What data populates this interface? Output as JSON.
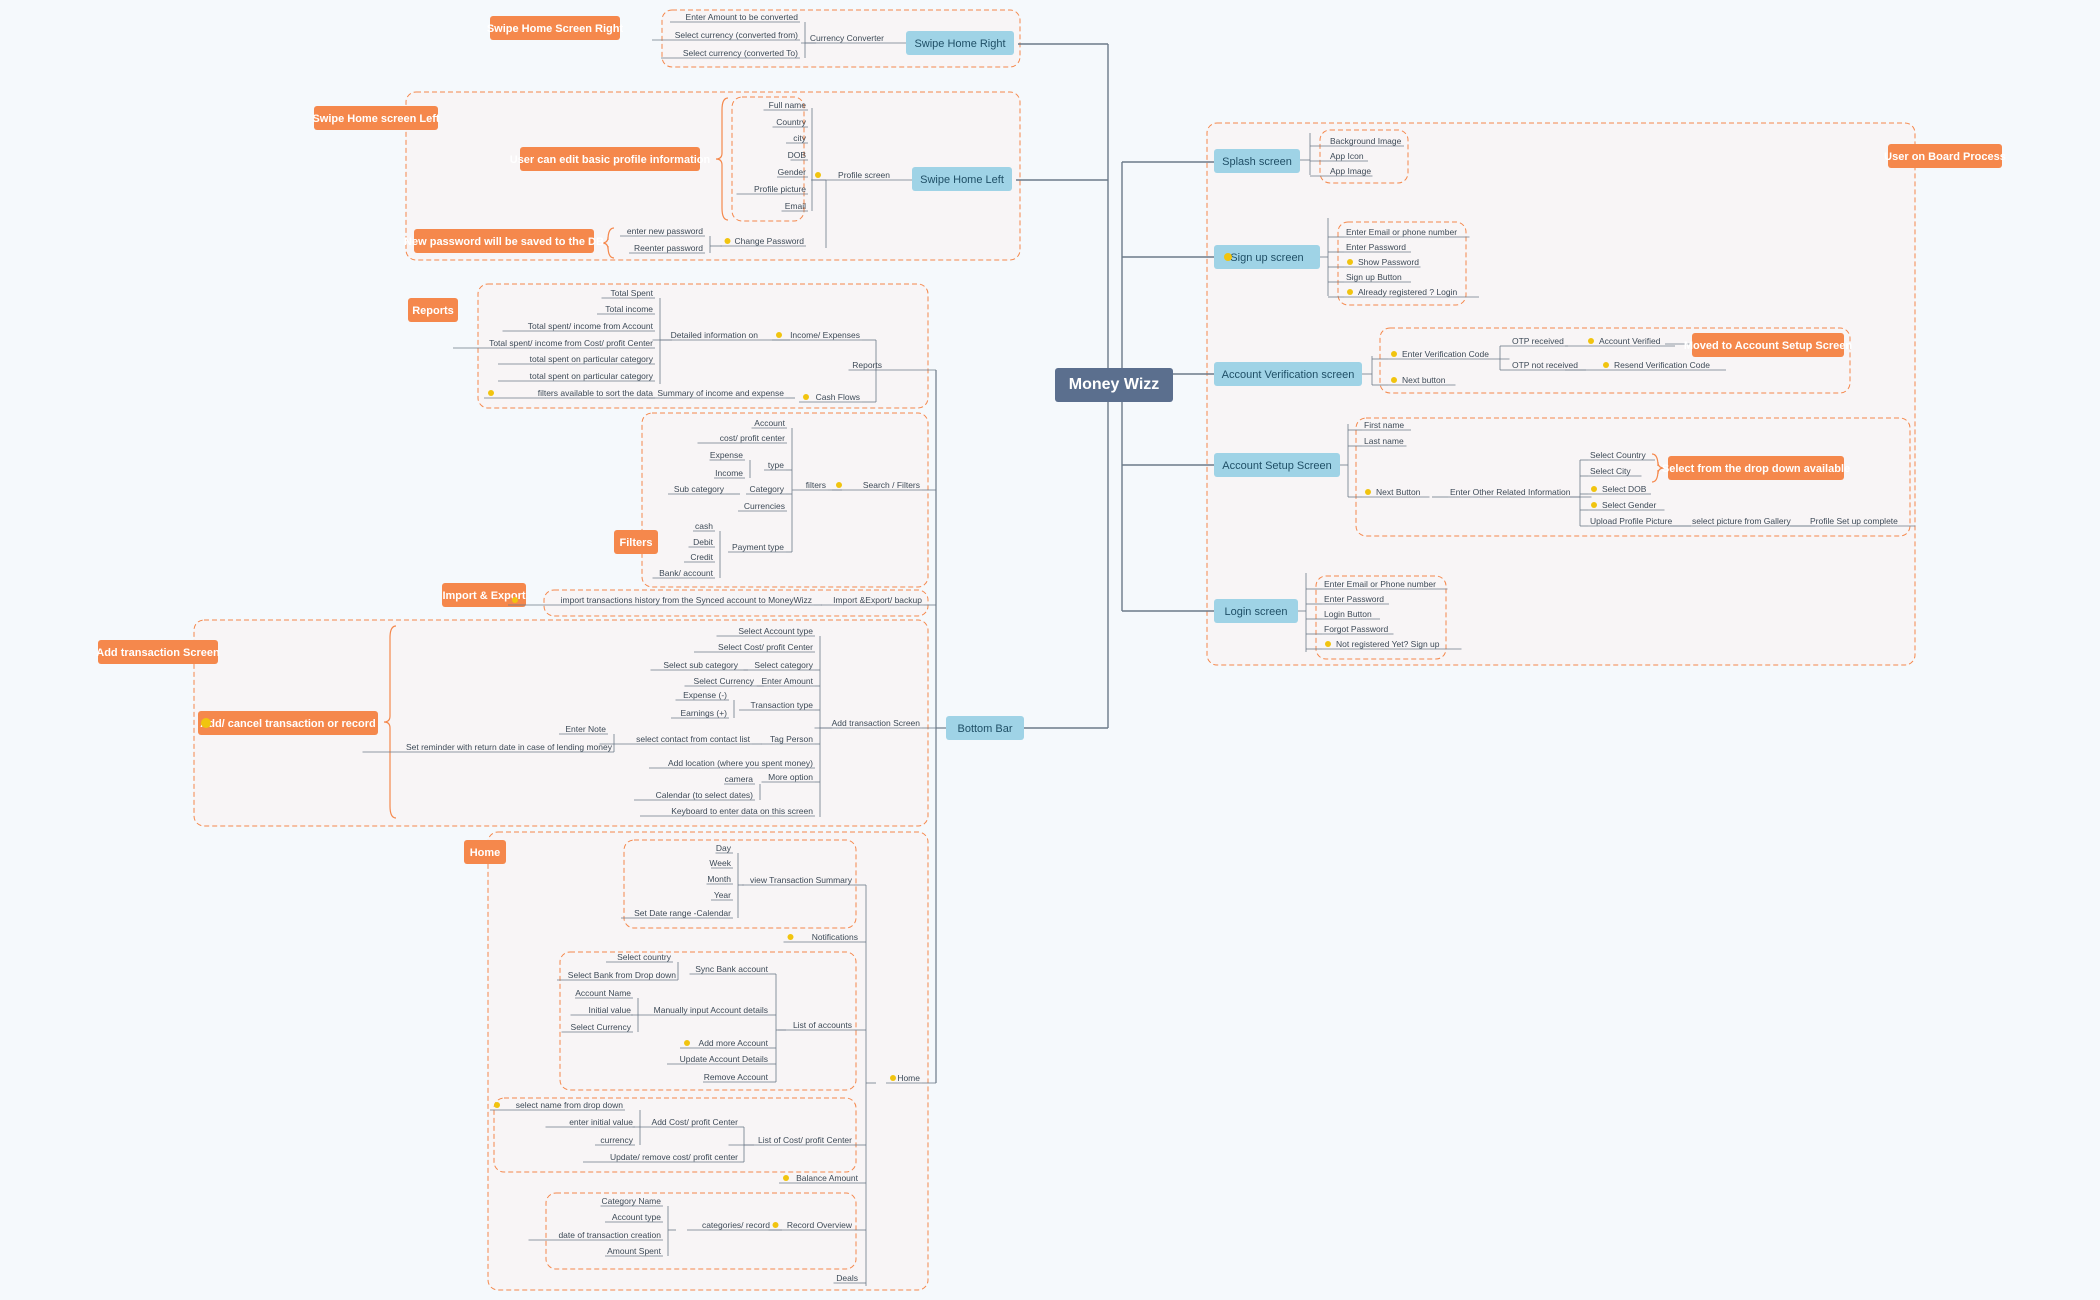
{
  "colors": {
    "root": "#5b6f8e",
    "blue": "#9fd3e6",
    "orange": "#f5884c",
    "groupBorder": "#f5884c",
    "groupFill": "#f8f5f6",
    "line": "#6c7a89",
    "bullet": "#f1c40f"
  },
  "root": "Money Wizz",
  "right": {
    "user_on_board": "User on Board Process",
    "splash": {
      "label": "Splash screen",
      "items": [
        "Background Image",
        "App Icon",
        "App Image"
      ]
    },
    "signup": {
      "label": "Sign up screen",
      "items": [
        "Enter Email or phone number",
        "Enter Password",
        "Show Password",
        "Sign up Button",
        "Already registered ? Login"
      ]
    },
    "verification": {
      "label": "Account Verification screen",
      "enter_code": "Enter Verification Code",
      "otp_received": "OTP received",
      "account_verified": "Account Verified",
      "moved": "Moved to Account Setup Screen",
      "otp_not_received": "OTP not received",
      "resend": "Resend Verification Code",
      "next": "Next button"
    },
    "setup": {
      "label": "Account Setup Screen",
      "first": "First name",
      "last": "Last name",
      "next": "Next Button",
      "other": "Enter Other Related Information",
      "items": [
        "Select Country",
        "Select City",
        "Select DOB",
        "Select Gender",
        "Upload Profile Picture"
      ],
      "dropdown": "Select from the drop down available",
      "gallery": "select picture from Gallery",
      "complete": "Profile Set up complete"
    },
    "login": {
      "label": "Login screen",
      "items": [
        "Enter Email or Phone number",
        "Enter Password",
        "Login Button",
        "Forgot Password",
        "Not registered Yet? Sign up"
      ]
    }
  },
  "left": {
    "swipe_right": {
      "callout": "Swipe Home Screen  Right",
      "label": "Swipe Home Right",
      "sub": "Currency Converter",
      "items": [
        "Enter Amount to be converted",
        "Select currency (converted from)",
        "Select currency (converted To)"
      ]
    },
    "swipe_left": {
      "callout": "Swipe Home screen Left",
      "label": "Swipe Home Left",
      "edit_callout": "User can edit basic profile information",
      "profile": "Profile screen",
      "profile_items": [
        "Full name",
        "Country",
        "city",
        "DOB",
        "Gender",
        "Profile picture",
        "Email"
      ],
      "pwd_callout": "New password will be saved to the DB",
      "change": "Change Password",
      "pwd_items": [
        "enter new password",
        "Reenter password"
      ]
    },
    "bottom_bar": "Bottom Bar",
    "reports": {
      "callout": "Reports",
      "label": "Reports",
      "income": "Income/ Expenses",
      "detail": "Detailed information on",
      "detail_items": [
        "Total Spent",
        "Total income",
        "Total spent/  income from Account",
        "Total spent/ income from Cost/ profit Center",
        "total spent on particular category",
        "total spent on particular category"
      ],
      "cash": "Cash Flows",
      "summary": "Summary of  income and expense",
      "filters": "filters available to sort the data"
    },
    "search": {
      "callout": "Filters",
      "label": "Search / Filters",
      "filters": "filters",
      "account": "Account",
      "cost": "cost/ profit center",
      "type": "type",
      "expense": "Expense",
      "income": "Income",
      "category": "Category",
      "subcat": "Sub category",
      "currencies": "Currencies",
      "payment": "Payment type",
      "pay_items": [
        "cash",
        "Debit",
        "Credit",
        "Bank/ account"
      ]
    },
    "import": {
      "callout": "Import & Export",
      "label": "Import &Export/ backup",
      "item": "import transactions history from the Synced account to MoneyWizz"
    },
    "add": {
      "callout": "Add transaction Screen",
      "sub_callout": "Add/ cancel transaction or record",
      "label": "Add transaction  Screen",
      "account_type": "Select  Account  type",
      "cost": "Select Cost/ profit Center",
      "select_cat": "Select category",
      "sub_cat": "Select sub category",
      "amount": "Enter Amount",
      "currency": "Select Currency",
      "ttype": "Transaction type",
      "expense": "Expense (-)",
      "earnings": "Earnings (+)",
      "tag": "Tag  Person",
      "contact": "select  contact from contact list",
      "note": "Enter Note",
      "reminder": "Set reminder  with return date in case of lending money",
      "location": "Add location (where you spent money)",
      "more": "More option",
      "camera": "camera",
      "calendar": "Calendar (to select dates)",
      "keyboard": "Keyboard to  enter data on this screen"
    },
    "home": {
      "callout": "Home",
      "label": "Home",
      "view": "view Transaction Summary",
      "view_items": [
        "Day",
        "Week",
        "Month",
        "Year",
        "Set Date range -Calendar"
      ],
      "notifications": "Notifications",
      "accounts": "List of accounts",
      "sync": "Sync Bank account",
      "country": "Select country",
      "bank": "Select Bank from Drop down",
      "manual": "Manually input Account details",
      "manual_items": [
        "Account Name",
        "Initial value",
        "Select Currency"
      ],
      "add_more": "Add more Account",
      "update": "Update Account Details",
      "remove": "Remove Account",
      "cost_list": "List of Cost/ profit Center",
      "add_cost": "Add Cost/ profit Center",
      "cost_items": [
        "select name from drop down",
        "enter initial value",
        "currency"
      ],
      "update_cost": "Update/ remove cost/ profit center",
      "balance": "Balance Amount",
      "record": "Record Overview",
      "categories": "categories/ record",
      "cat_items": [
        "Category Name",
        "Account type",
        "date of transaction  creation",
        "Amount Spent"
      ],
      "deals": "Deals"
    }
  }
}
